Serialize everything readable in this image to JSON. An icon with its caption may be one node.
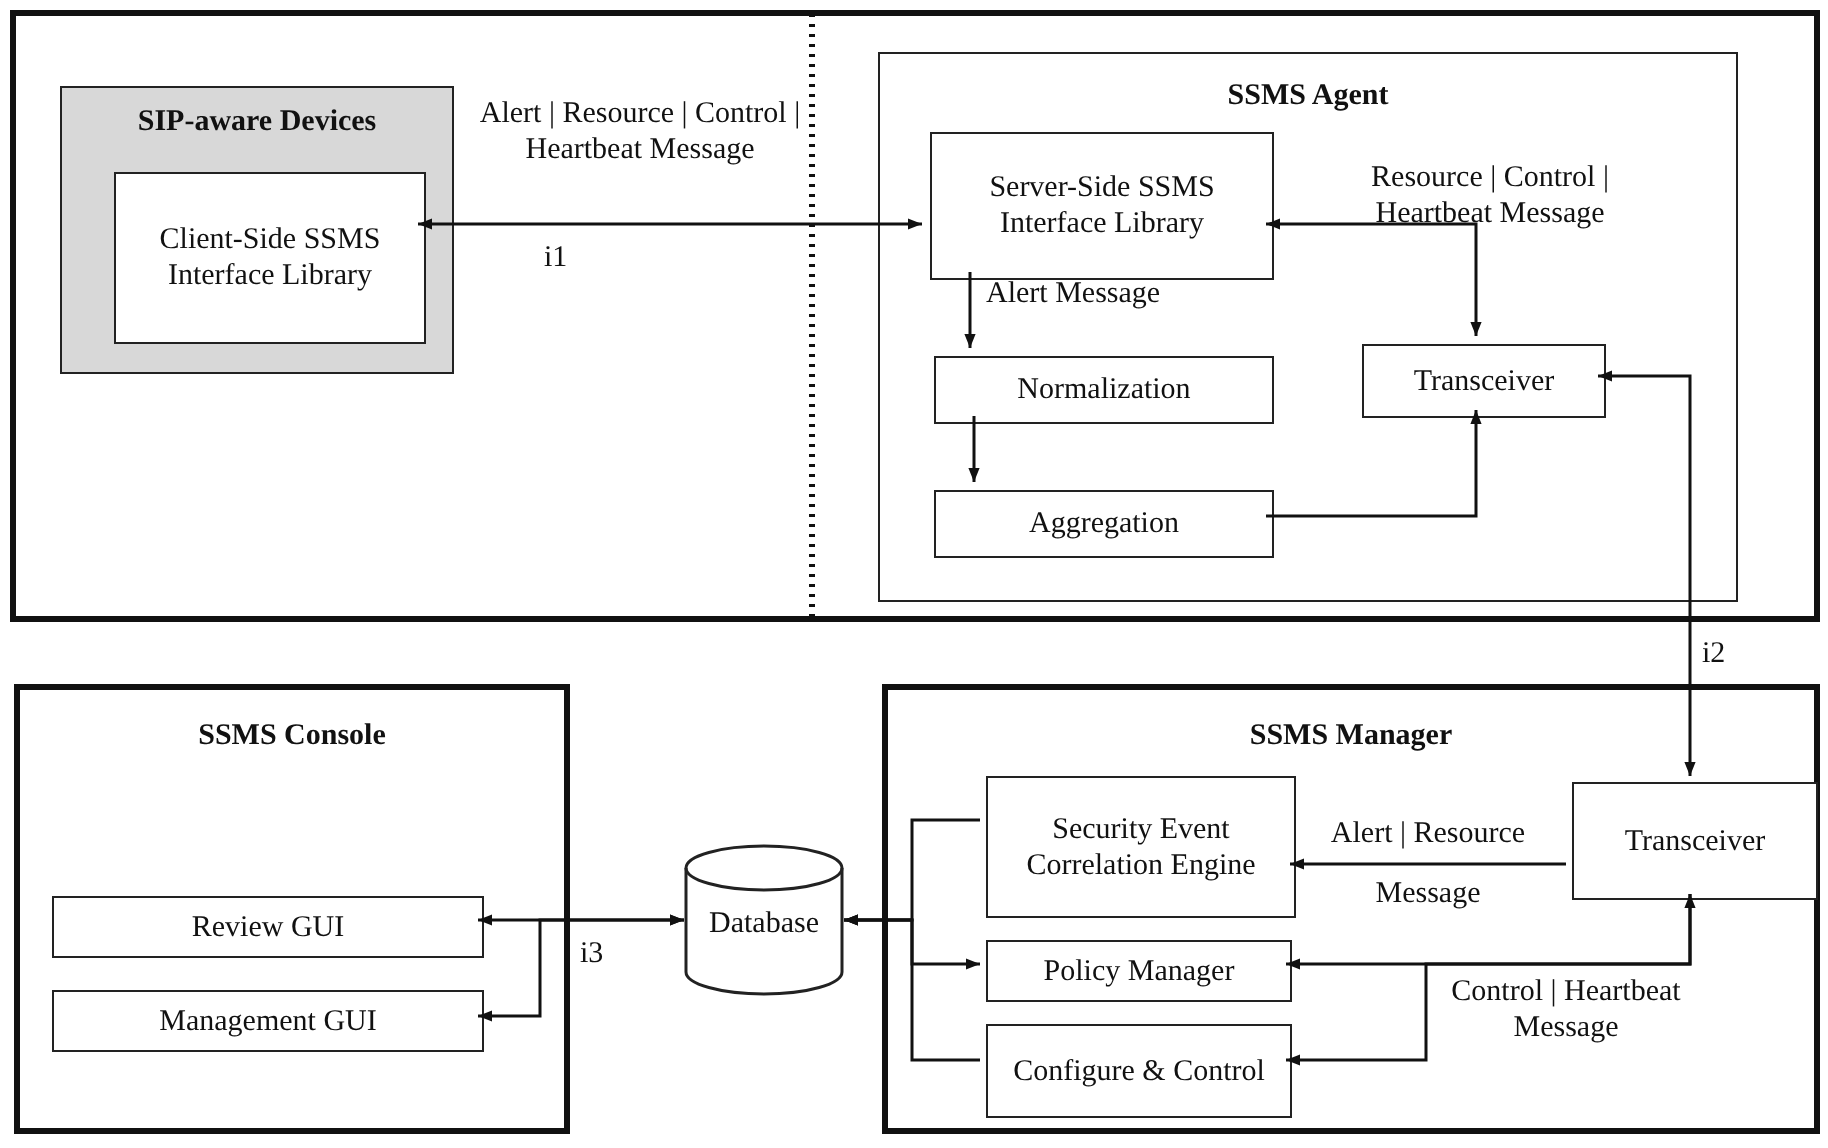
{
  "diagram": {
    "nodes": [
      {
        "text": [],
        "shape": "box"
      },
      {
        "text": [
          "SIP-aware Devices"
        ],
        "in": 0
      },
      {
        "text": [
          "Client-Side SSMS Interface Library"
        ],
        "in": 1
      },
      {
        "text": [
          "SSMS Agent"
        ],
        "in": 0
      },
      {
        "text": [
          "Server-Side SSMS Interface Library"
        ],
        "in": 3
      },
      {
        "text": [
          "Normalization"
        ],
        "in": 3
      },
      {
        "text": [
          "Aggregation"
        ],
        "in": 3
      },
      {
        "text": [
          "Transceiver"
        ],
        "in": 3
      },
      {
        "text": [
          "SSMS Console"
        ]
      },
      {
        "text": [
          "Review GUI"
        ],
        "in": 8
      },
      {
        "text": [
          "Management GUI"
        ],
        "in": 8
      },
      {
        "text": [
          "Database"
        ]
      },
      {
        "text": [
          "SSMS Manager"
        ]
      },
      {
        "text": [
          "Security Event Correlation Engine"
        ],
        "in": 12
      },
      {
        "text": [
          "Policy Manager"
        ],
        "in": 12
      },
      {
        "text": [
          "Configure & Control"
        ],
        "in": 12
      },
      {
        "text": [
          "Transceiver"
        ],
        "in": 12
      }
    ],
    "edges": [
      {
        "from": 2,
        "to": 4,
        "arrow": "both",
        "label": "Alert | Resource | Control | Heartbeat Message"
      },
      {
        "from": 4,
        "to": 7,
        "arrow": "both",
        "label": "Resource | Control | Heartbeat Message"
      },
      {
        "from": 4,
        "to": 5,
        "arrow": "to",
        "label": "Alert Message"
      },
      {
        "from": 5,
        "to": 6,
        "arrow": "to"
      },
      {
        "from": 6,
        "to": 7,
        "arrow": "to"
      },
      {
        "from": 7,
        "to": 16,
        "arrow": "both"
      },
      {
        "from": 16,
        "to": 13,
        "arrow": "to",
        "label": "Alert | Resource Message"
      },
      {
        "from": 16,
        "to": 14,
        "arrow": "both",
        "label": "Control | Heartbeat Message"
      },
      {
        "from": 16,
        "to": 15,
        "arrow": "to"
      },
      {
        "from": 13,
        "to": 11,
        "arrow": "to"
      },
      {
        "from": 11,
        "to": 14,
        "arrow": "both"
      },
      {
        "from": 15,
        "to": 11,
        "arrow": "to"
      },
      {
        "from": 9,
        "to": 11,
        "arrow": "both"
      },
      {
        "from": 10,
        "to": 11,
        "arrow": "both"
      }
    ],
    "labels": [
      "i1",
      "i2",
      "i3"
    ]
  }
}
